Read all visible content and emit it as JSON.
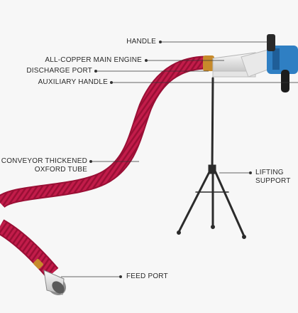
{
  "labels": {
    "handle": "HANDLE",
    "main_engine": "ALL-COPPER MAIN ENGINE",
    "discharge_port": "DISCHARGE PORT",
    "auxiliary_handle": "AUXILIARY HANDLE",
    "conveyor_line1": "CONVEYOR THICKENED",
    "conveyor_line2": "OXFORD TUBE",
    "lifting_line1": "LIFTING",
    "lifting_line2": "SUPPORT",
    "feed_port": "FEED PORT"
  },
  "colors": {
    "hose": "#c21c4a",
    "hose_rib": "#9a0f35",
    "motor_blue": "#2f7fc3",
    "stand": "#2b2b2b",
    "leader": "#333333"
  }
}
